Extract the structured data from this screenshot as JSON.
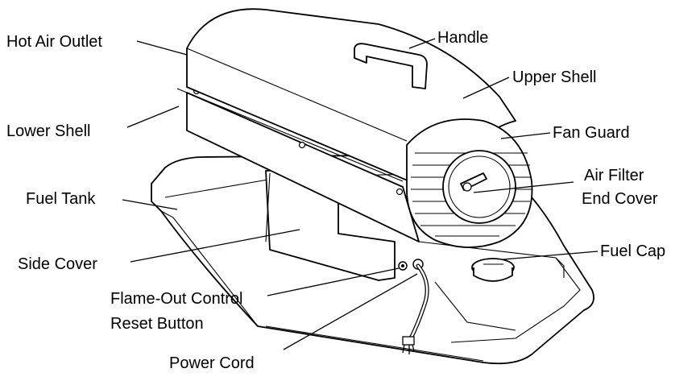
{
  "diagram": {
    "labels": {
      "hot_air_outlet": "Hot Air Outlet",
      "handle": "Handle",
      "upper_shell": "Upper Shell",
      "lower_shell": "Lower Shell",
      "fan_guard": "Fan Guard",
      "air_filter_line1": "Air Filter",
      "air_filter_line2": "End Cover",
      "fuel_tank": "Fuel Tank",
      "side_cover": "Side Cover",
      "fuel_cap": "Fuel Cap",
      "flame_out_line1": "Flame-Out Control",
      "flame_out_line2": "Reset Button",
      "power_cord": "Power Cord"
    }
  }
}
